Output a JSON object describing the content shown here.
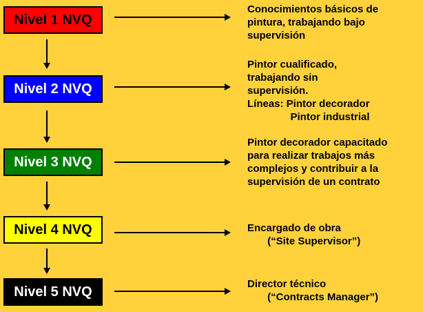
{
  "background_color": "#FFD23B",
  "arrow_color": "#000000",
  "levels": [
    {
      "label": "Nivel 1 NVQ",
      "box_color": "#FF0000",
      "label_color": "#000000",
      "description": "Conocimientos básicos de\npintura, trabajando bajo\nsupervisión"
    },
    {
      "label": "Nivel 2 NVQ",
      "box_color": "#0000FF",
      "label_color": "#FFFFFF",
      "description": "Pintor cualificado,\ntrabajando sin\nsupervisión.\nLíneas: Pintor decorador\n               Pintor industrial"
    },
    {
      "label": "Nivel 3 NVQ",
      "box_color": "#008000",
      "label_color": "#FFFFFF",
      "description": "Pintor decorador capacitado\npara realizar trabajos más\ncomplejos y contribuir a la\nsupervisión de un contrato"
    },
    {
      "label": "Nivel 4 NVQ",
      "box_color": "#FFFF00",
      "label_color": "#000000",
      "description": "Encargado de obra\n       (“Site Supervisor”)"
    },
    {
      "label": "Nivel 5 NVQ",
      "box_color": "#000000",
      "label_color": "#FFFFFF",
      "description": "Director técnico\n       (“Contracts Manager”)"
    }
  ]
}
